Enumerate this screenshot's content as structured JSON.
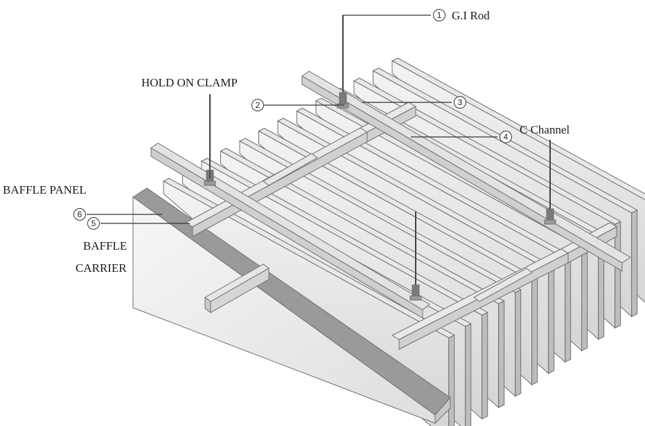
{
  "callouts": [
    {
      "num": "1",
      "label": "G.I Rod"
    },
    {
      "num": "2",
      "label": ""
    },
    {
      "num": "3",
      "label": ""
    },
    {
      "num": "4",
      "label": "C Channel"
    },
    {
      "num": "5",
      "label": "BAFFLE CARRIER"
    },
    {
      "num": "6",
      "label": "BAFFLE PANEL"
    }
  ],
  "labels": {
    "hold_on_clamp": "HOLD ON CLAMP",
    "baffle_panel": "BAFFLE PANEL",
    "baffle_carrier_1": "BAFFLE",
    "baffle_carrier_2": "CARRIER",
    "gi_rod": "G.I Rod",
    "c_channel": "C Channel"
  },
  "colors": {
    "panel_light": "#eeeeee",
    "panel_mid": "#d9d9d9",
    "panel_dark": "#a9a9a9",
    "stroke": "#6e6e6e",
    "rod": "#555555"
  }
}
